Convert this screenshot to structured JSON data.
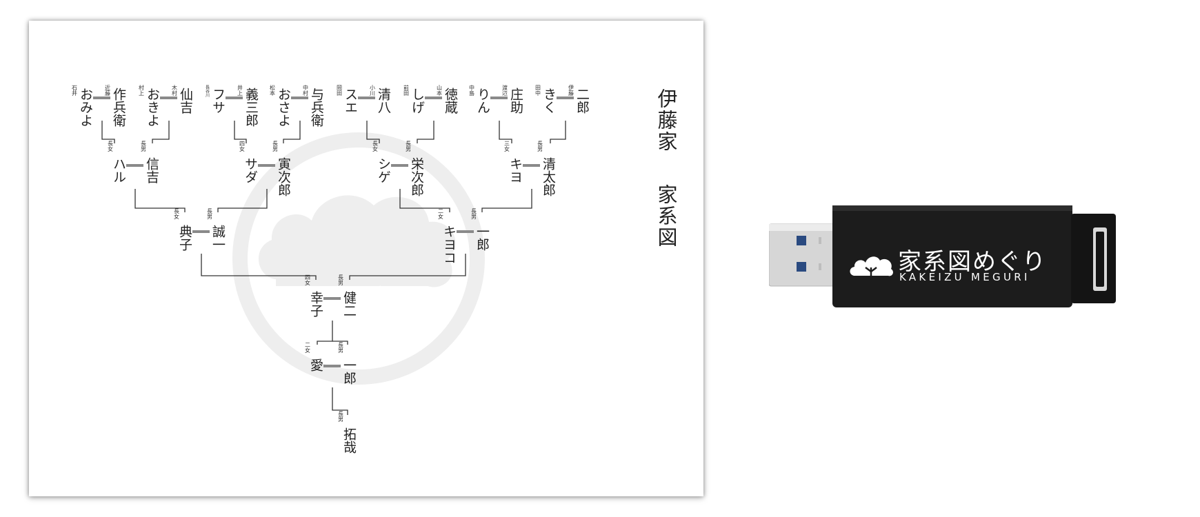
{
  "document": {
    "title_top": "伊藤家",
    "title_bottom": "家系図"
  },
  "product": {
    "brand_ja": "家系図めぐり",
    "brand_en": "KAKEIZU MEGURI"
  },
  "colors": {
    "line": "#333333",
    "marriage_bar": "#8a8a8a",
    "watermark": "#ececec",
    "usb_body": "#1c1c1c",
    "usb_plug": "#d9d9d9"
  },
  "icon": "pine-cloud-crest-icon",
  "chart_data": {
    "type": "family-tree",
    "nodes": [
      {
        "id": "g3_1",
        "surname": "石井",
        "name": "おみよ"
      },
      {
        "id": "g3_2",
        "surname": "近藤",
        "name": "作兵衛"
      },
      {
        "id": "g3_3",
        "surname": "村上",
        "name": "おきよ"
      },
      {
        "id": "g3_4",
        "surname": "木村",
        "name": "仙吉"
      },
      {
        "id": "g3_5",
        "surname": "長谷川",
        "name": "フサ"
      },
      {
        "id": "g3_6",
        "surname": "井上",
        "name": "義三郎"
      },
      {
        "id": "g3_7",
        "surname": "松本",
        "name": "おさよ"
      },
      {
        "id": "g3_8",
        "surname": "中村",
        "name": "与兵衛"
      },
      {
        "id": "g3_9",
        "surname": "岡田",
        "name": "スエ"
      },
      {
        "id": "g3_10",
        "surname": "小川",
        "name": "清八"
      },
      {
        "id": "g3_11",
        "surname": "前田",
        "name": "しげ"
      },
      {
        "id": "g3_12",
        "surname": "山本",
        "name": "徳蔵"
      },
      {
        "id": "g3_13",
        "surname": "中島",
        "name": "りん"
      },
      {
        "id": "g3_14",
        "surname": "渡辺",
        "name": "庄助"
      },
      {
        "id": "g3_15",
        "surname": "田中",
        "name": "きく"
      },
      {
        "id": "g3_16",
        "surname": "伊藤",
        "name": "二郎"
      },
      {
        "id": "g2_1",
        "name": "ハル",
        "relation": "長女"
      },
      {
        "id": "g2_2",
        "name": "信吉",
        "relation": "長男"
      },
      {
        "id": "g2_3",
        "name": "サダ",
        "relation": "四女"
      },
      {
        "id": "g2_4",
        "name": "寅次郎",
        "relation": "長男"
      },
      {
        "id": "g2_5",
        "name": "シゲ",
        "relation": "長女"
      },
      {
        "id": "g2_6",
        "name": "栄次郎",
        "relation": "長男"
      },
      {
        "id": "g2_7",
        "name": "キヨ",
        "relation": "三女"
      },
      {
        "id": "g2_8",
        "name": "清太郎",
        "relation": "長男"
      },
      {
        "id": "g1_1",
        "name": "典子",
        "relation": "長女"
      },
      {
        "id": "g1_2",
        "name": "誠一",
        "relation": "長男"
      },
      {
        "id": "g1_3",
        "name": "キヨコ",
        "relation": "二女"
      },
      {
        "id": "g1_4",
        "name": "一郎",
        "relation": "長男"
      },
      {
        "id": "g0_1",
        "name": "幸子",
        "relation": "四女"
      },
      {
        "id": "g0_2",
        "name": "健二",
        "relation": "長男"
      },
      {
        "id": "c1_1",
        "name": "愛",
        "relation": "二女"
      },
      {
        "id": "c1_2",
        "name": "一郎",
        "relation": "長男"
      },
      {
        "id": "c2_1",
        "name": "拓哉",
        "relation": "長男"
      }
    ]
  }
}
